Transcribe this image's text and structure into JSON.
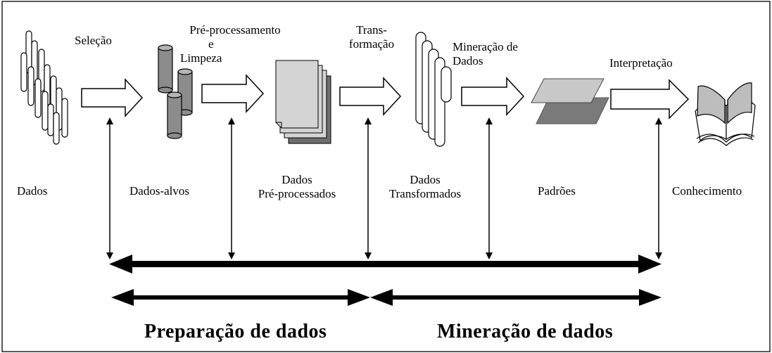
{
  "steps": {
    "selecao": "Seleção",
    "preprocessamento": [
      "Pré-processamento",
      "e",
      "Limpeza"
    ],
    "transformacao": [
      "Trans-",
      "formação"
    ],
    "mineracao": [
      "Mineração de",
      "Dados"
    ],
    "interpretacao": "Interpretação"
  },
  "stages": {
    "dados": "Dados",
    "dados_alvos": "Dados-alvos",
    "preprocessados": [
      "Dados",
      "Pré-processados"
    ],
    "transformados": [
      "Dados",
      "Transformados"
    ],
    "padroes": "Padrões",
    "conhecimento": "Conhecimento"
  },
  "phases": {
    "preparacao": "Preparação de dados",
    "mineracao": "Mineração de dados"
  },
  "colors": {
    "cylinder_fill": "#8c8c8c",
    "document_fill": "#d4d4d4",
    "shadow_fill": "#6e6e6e",
    "arrow_stroke": "#000000"
  }
}
